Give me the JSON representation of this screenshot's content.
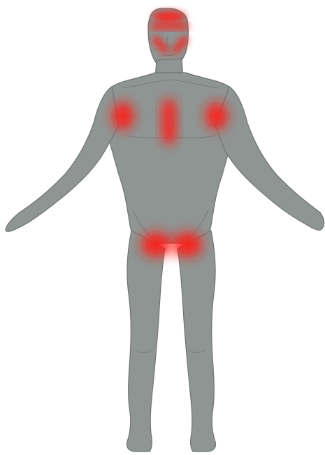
{
  "figure": {
    "body_color": "#8f9593",
    "outline_color": "#6e7472",
    "highlight_color": "#ff1a12",
    "highlighted_regions": [
      "forehead",
      "cheeks",
      "left-shoulder",
      "sternum",
      "right-shoulder",
      "left-hip",
      "right-hip"
    ]
  }
}
